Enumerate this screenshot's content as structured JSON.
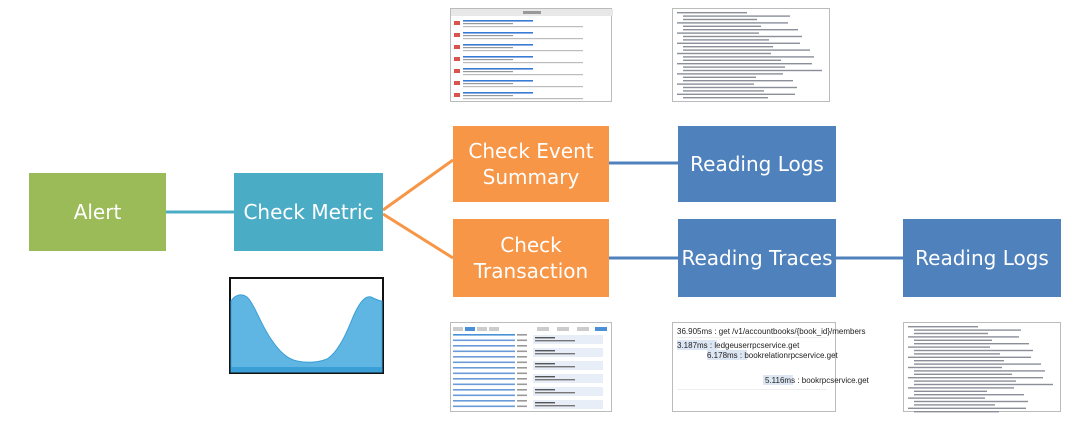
{
  "nodes": {
    "alert": "Alert",
    "check_metric": "Check Metric",
    "check_event_summary_l1": "Check Event",
    "check_event_summary_l2": "Summary",
    "check_transaction_l1": "Check",
    "check_transaction_l2": "Transaction",
    "reading_logs_top": "Reading Logs",
    "reading_traces": "Reading Traces",
    "reading_logs_bottom": "Reading Logs"
  },
  "trace_thumbnail": {
    "spans": [
      "36.905ms : get /v1/accountbooks/{book_id}/members",
      "3.187ms : ledgeuserrpcservice.get",
      "6.178ms : bookrelationrpcservice.get",
      "5.116ms : bookrpcservice.get"
    ]
  },
  "colors": {
    "alert": "#9bbb59",
    "check_metric": "#4bacc6",
    "check": "#f79646",
    "reading": "#4f81bd",
    "connector_teal": "#4bacc6",
    "connector_orange": "#f79646",
    "connector_blue": "#4f81bd"
  }
}
